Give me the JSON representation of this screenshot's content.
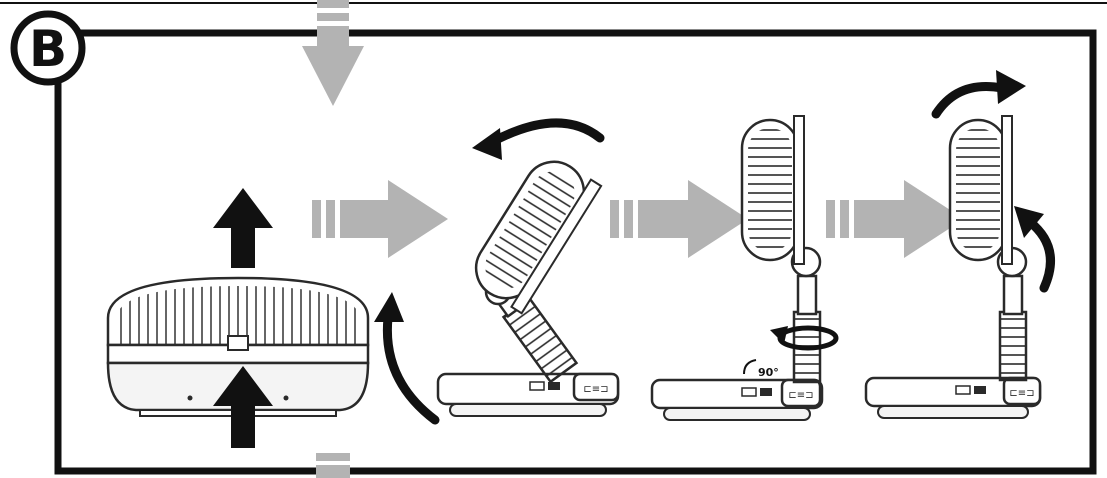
{
  "panel": {
    "badge_letter": "B",
    "colors": {
      "frame": "#111111",
      "arrow_black": "#111111",
      "arrow_gray": "#b3b3b3",
      "line_art": "#2a2a2a",
      "fill_light": "#f4f4f4"
    }
  },
  "steps": [
    {
      "name": "fan-folded",
      "label": ""
    },
    {
      "name": "fan-tilting",
      "label": ""
    },
    {
      "name": "fan-upright-rotating",
      "label": ""
    },
    {
      "name": "fan-upright-final",
      "label": ""
    }
  ],
  "annotations": {
    "rotation_label": "90°"
  },
  "icons": {
    "up_arrow": "arrow-up-icon",
    "right_arrow": "arrow-right-icon",
    "curved_arrow": "curved-arrow-icon",
    "rotate_arrow": "rotate-icon"
  }
}
